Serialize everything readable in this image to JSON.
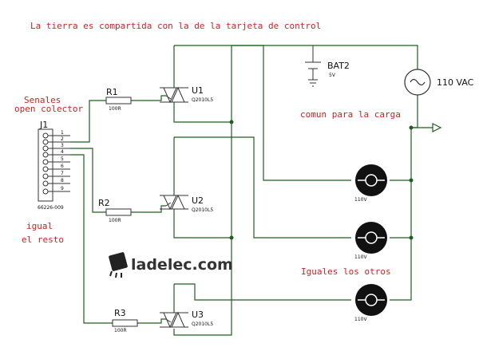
{
  "title": "La tierra es compartida con la de la tarjeta de control",
  "notes": {
    "signals": [
      "Senales",
      "open colector"
    ],
    "common": "comun para la carga",
    "same_rest": [
      "igual",
      "el resto"
    ],
    "same_others": "Iguales los otros"
  },
  "connector": {
    "ref": "J1",
    "part": "66226-009",
    "pins": [
      "1",
      "2",
      "3",
      "4",
      "5",
      "6",
      "7",
      "8",
      "9"
    ]
  },
  "resistors": [
    {
      "ref": "R1",
      "value": "100R"
    },
    {
      "ref": "R2",
      "value": "100R"
    },
    {
      "ref": "R3",
      "value": "100R"
    }
  ],
  "triacs": [
    {
      "ref": "U1",
      "part": "Q2010L5"
    },
    {
      "ref": "U2",
      "part": "Q2010L5"
    },
    {
      "ref": "U3",
      "part": "Q2010L5"
    }
  ],
  "lamps": [
    {
      "value": "110V"
    },
    {
      "value": "110V"
    },
    {
      "value": "110V"
    }
  ],
  "battery": {
    "ref": "BAT2",
    "value": "5V"
  },
  "source": {
    "value": "110 VAC"
  },
  "watermark": "ladelec.com",
  "colors": {
    "annotation": "#cc2222",
    "wire": "#1f5f1f",
    "lamp": "#111111"
  }
}
